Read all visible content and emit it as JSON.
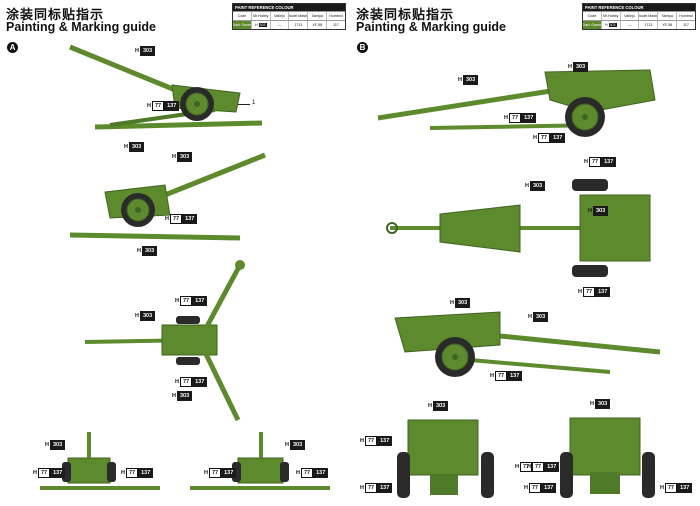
{
  "panels": [
    {
      "badge": "A",
      "title_cn": "涂装同标贴指示",
      "title_en": "Painting & Marking guide"
    },
    {
      "badge": "B",
      "title_cn": "涂装同标贴指示",
      "title_en": "Painting & Marking guide"
    }
  ],
  "colour_table": {
    "heading": "PAINT  REFERENCE COLOUR",
    "columns": [
      "Code",
      "Mr.Hobby",
      "Vallejo",
      "Model Master",
      "Tamiya",
      "Humbrol"
    ],
    "row": {
      "code": "Dark Green",
      "mrhobby_a": "H",
      "mrhobby_b": "303",
      "vallejo": "—",
      "modelmaster": "1713",
      "tamiya": "XF-58",
      "humbrol": "117"
    }
  },
  "refs": {
    "h": "H",
    "green": "303",
    "dark_green": "303",
    "a": "77",
    "b": "137"
  },
  "callout_1": "1",
  "colors": {
    "olive": "#5e8a2e",
    "olive_dark": "#3f6320",
    "olive_light": "#7aa445",
    "tyre": "#2a2a2a"
  }
}
